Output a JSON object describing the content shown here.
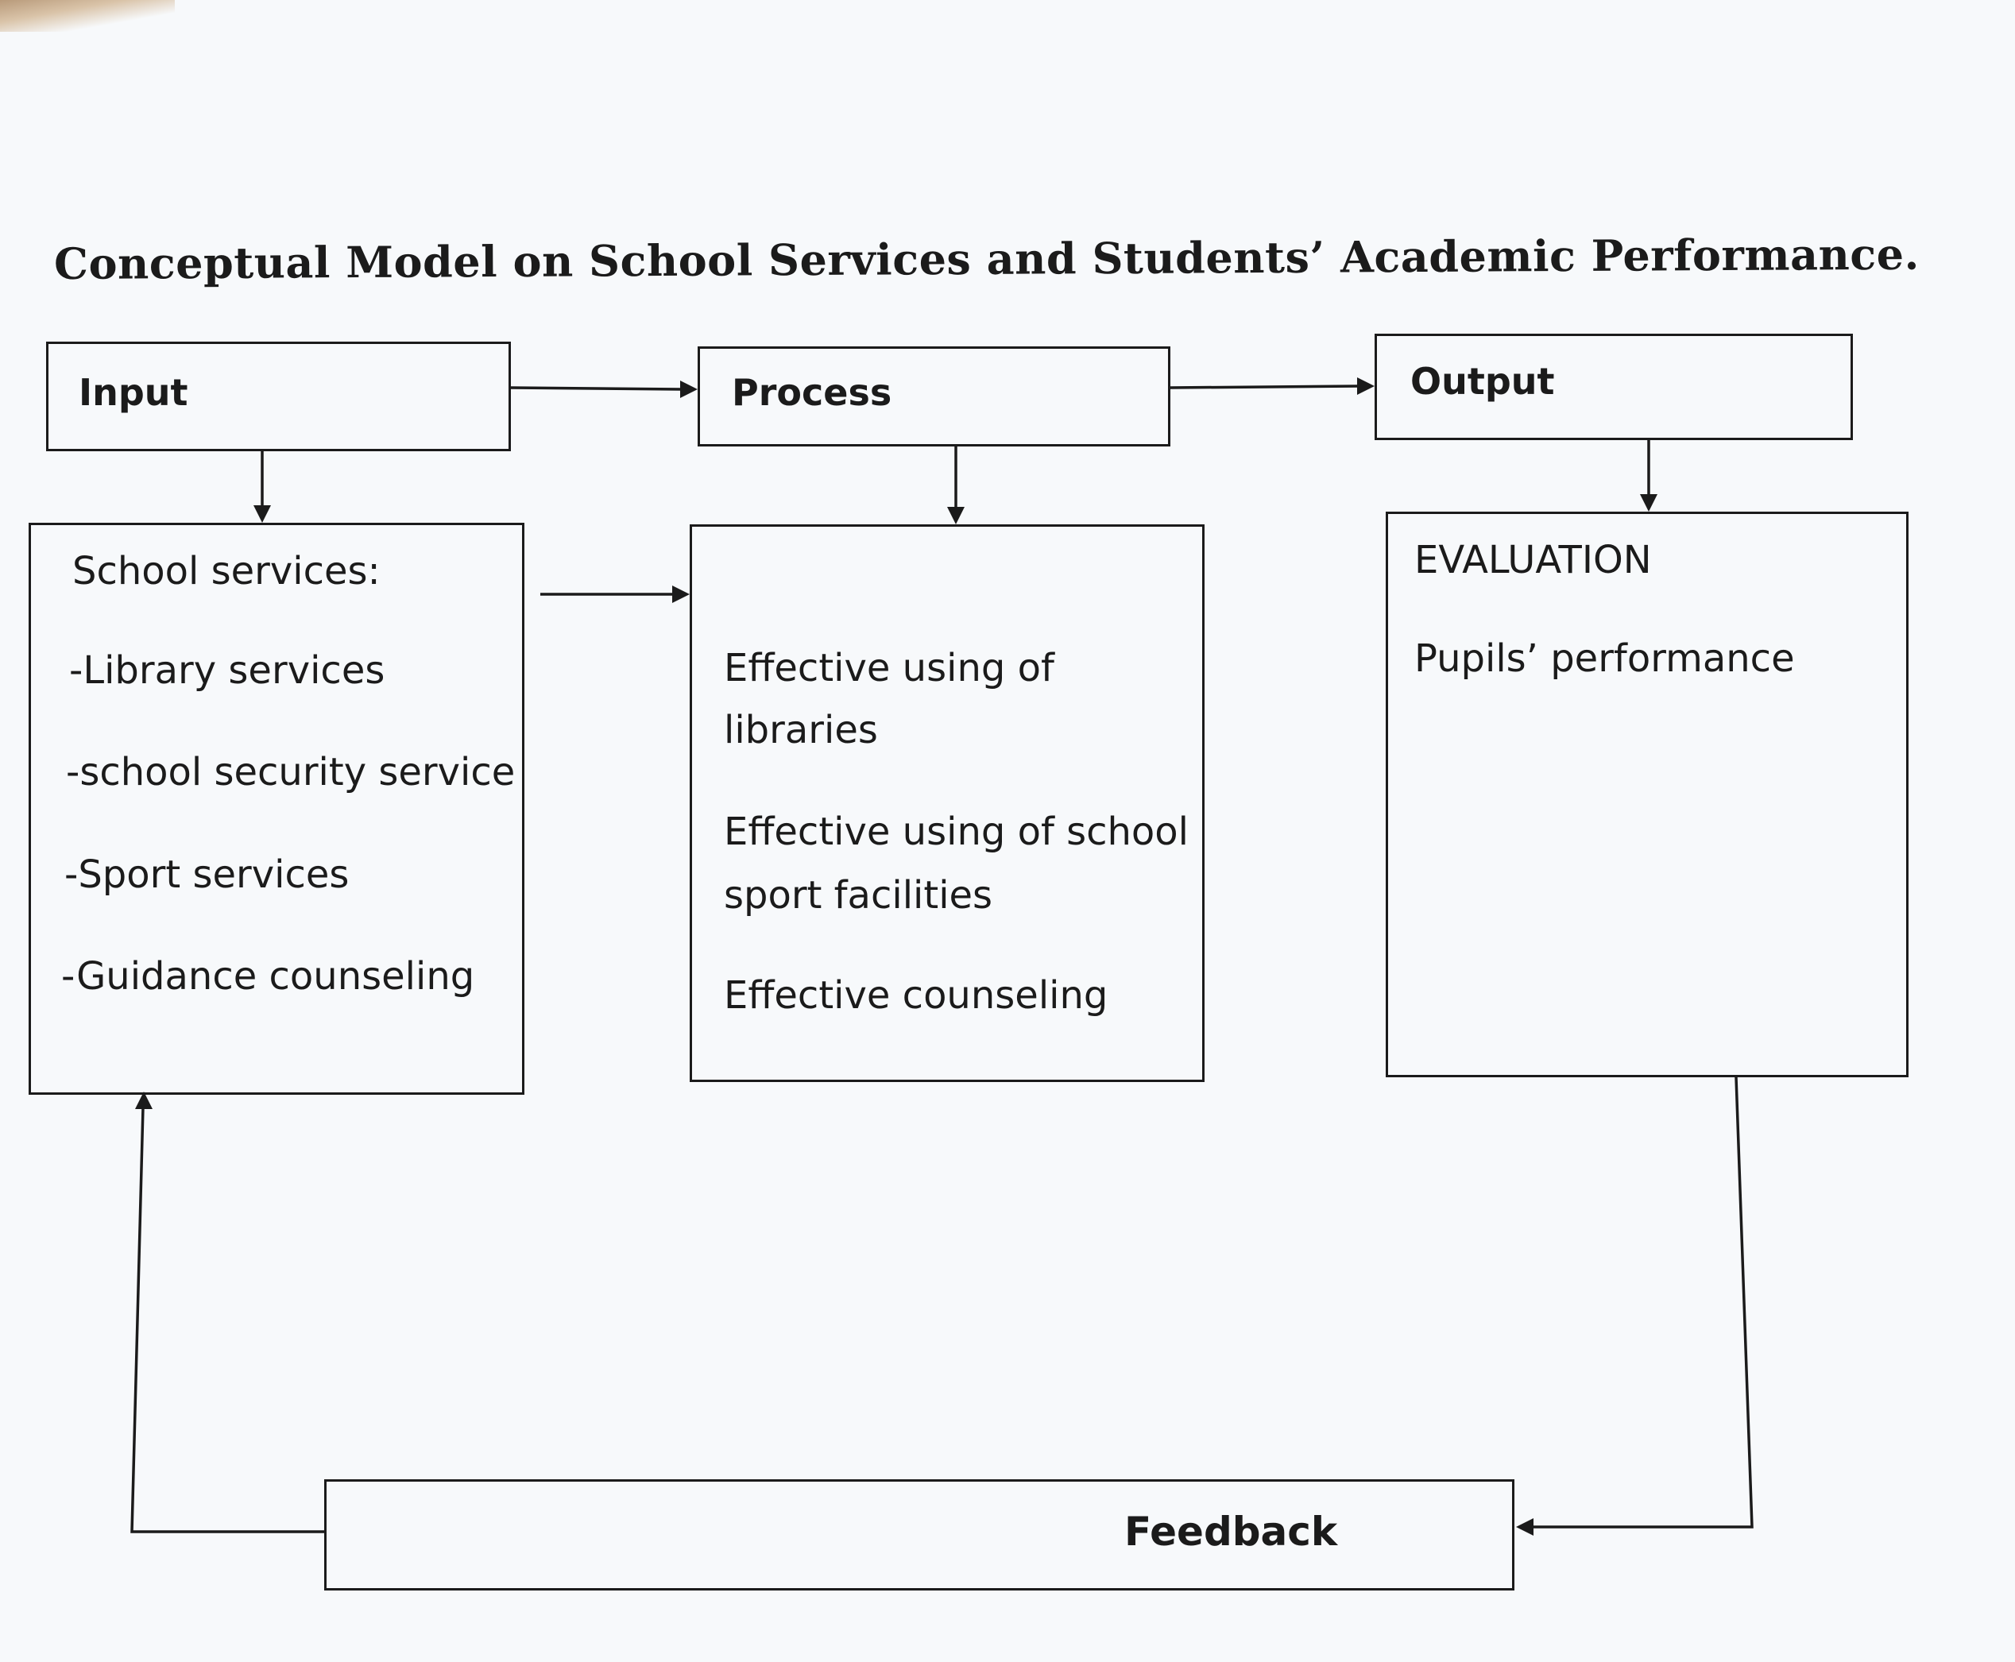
{
  "title": "Conceptual Model on School Services and Students’ Academic Performance.",
  "input": {
    "header": "Input",
    "heading": "School services:",
    "items": [
      "-Library services",
      "-school security service",
      "-Sport services",
      "-Guidance counseling"
    ]
  },
  "process": {
    "header": "Process",
    "items": [
      [
        "Effective using of",
        "libraries"
      ],
      [
        "Effective using of school",
        "sport facilities"
      ],
      [
        "Effective counseling"
      ]
    ]
  },
  "output": {
    "header": "Output",
    "heading": "EVALUATION",
    "items": [
      "Pupils’ performance"
    ]
  },
  "feedback": {
    "label": "Feedback"
  }
}
